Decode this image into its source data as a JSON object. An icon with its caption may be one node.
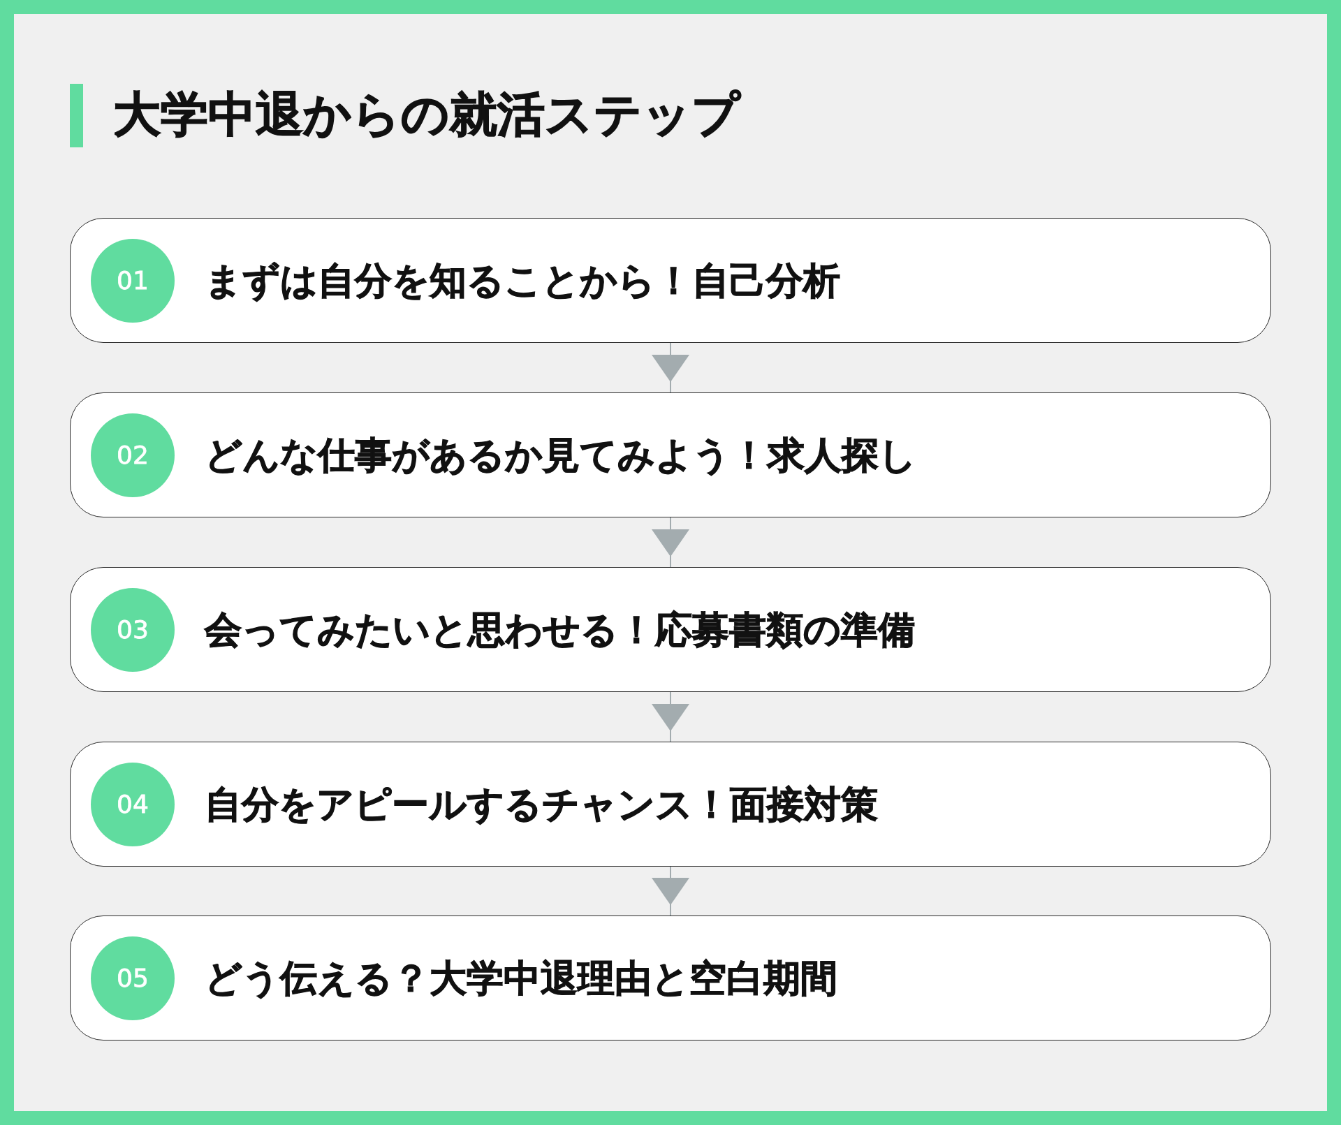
{
  "diagram": {
    "title": "大学中退からの就活ステップ",
    "nodes": [
      {
        "text": [
          "まずは自分を知ることから！自己分析"
        ]
      },
      {
        "text": [
          "01"
        ],
        "in": 0
      },
      {
        "text": [
          "どんな仕事があるか見てみよう！求人探し"
        ]
      },
      {
        "text": [
          "02"
        ],
        "in": 2
      },
      {
        "text": [
          "会ってみたいと思わせる！応募書類の準備"
        ]
      },
      {
        "text": [
          "03"
        ],
        "in": 4
      },
      {
        "text": [
          "自分をアピールするチャンス！面接対策"
        ]
      },
      {
        "text": [
          "04"
        ],
        "in": 6
      },
      {
        "text": [
          "どう伝える？大学中退理由と空白期間"
        ]
      },
      {
        "text": [
          "05"
        ],
        "in": 8
      }
    ],
    "edges": [
      {
        "from": 0,
        "to": 2,
        "arrow": "to"
      },
      {
        "from": 2,
        "to": 4,
        "arrow": "to"
      },
      {
        "from": 4,
        "to": 6,
        "arrow": "to"
      },
      {
        "from": 6,
        "to": 8,
        "arrow": "to"
      }
    ]
  }
}
